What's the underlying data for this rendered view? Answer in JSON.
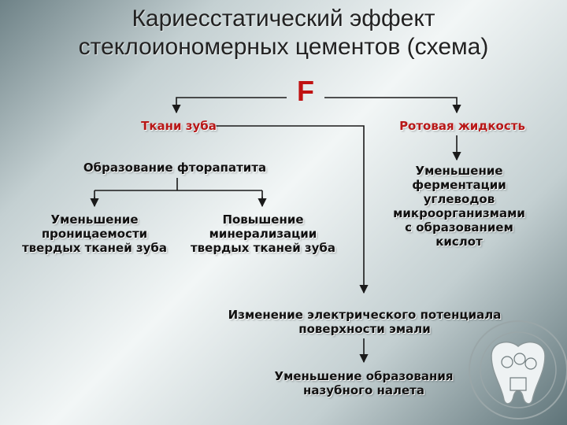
{
  "title": {
    "line1": "Кариесстатический эффект",
    "line2": "стеклоиономерных цементов (схема)"
  },
  "nodes": {
    "fluoride": "F",
    "tissues": "Ткани зуба",
    "oral_fluid": "Ротовая жидкость",
    "fluorapatite": "Образование фторапатита",
    "permeability": [
      "Уменьшение",
      "проницаемости",
      "твердых тканей зуба"
    ],
    "mineralization": [
      "Повышение",
      "минерализации",
      "твердых тканей зуба"
    ],
    "fermentation": [
      "Уменьшение",
      "ферментации",
      "углеводов",
      "микроорганизмами",
      "с образованием",
      "кислот"
    ],
    "potential": [
      "Изменение электрического потенциала",
      "поверхности эмали"
    ],
    "plaque": [
      "Уменьшение образования",
      "назубного налета"
    ]
  },
  "colors": {
    "accent": "#c01212",
    "text": "#111111",
    "lines": "#1a1a1a"
  }
}
